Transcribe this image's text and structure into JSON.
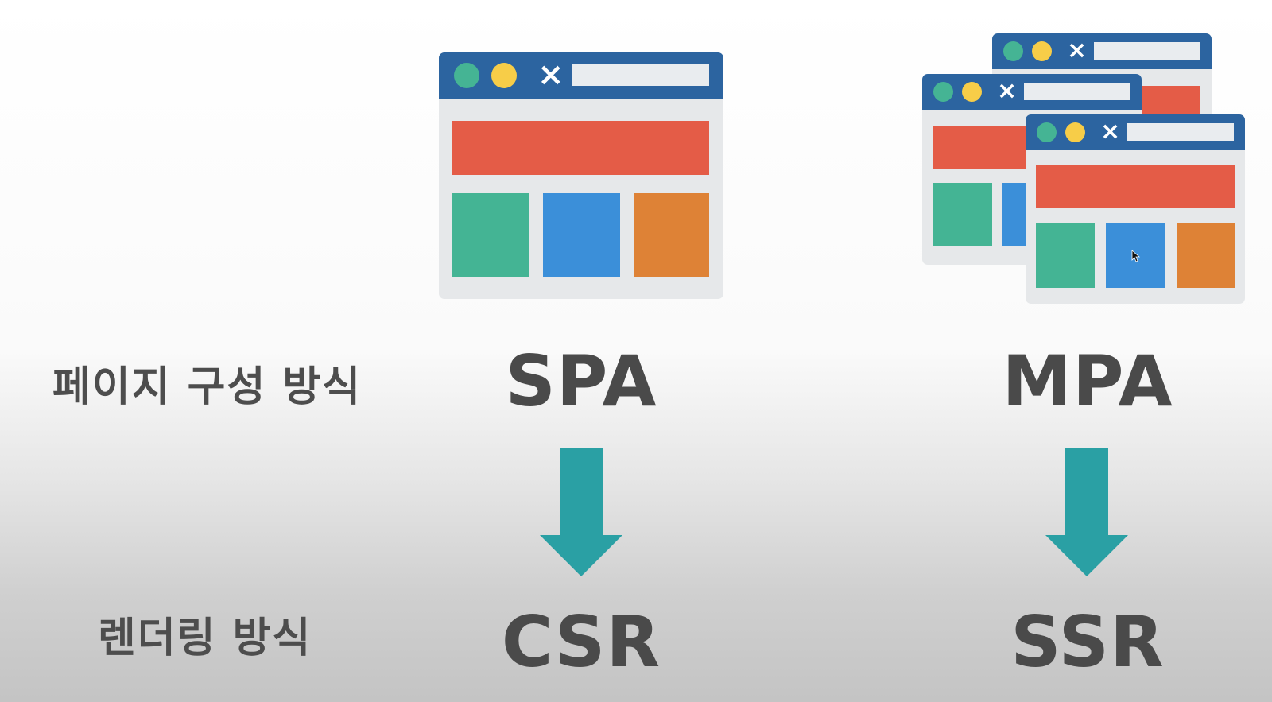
{
  "labels": {
    "page_structure": "페이지 구성 방식",
    "rendering": "렌더링 방식"
  },
  "columns": [
    {
      "page_type": "SPA",
      "render_type": "CSR"
    },
    {
      "page_type": "MPA",
      "render_type": "SSR"
    }
  ],
  "icons": {
    "close": "×",
    "spa": "single-browser-window-icon",
    "mpa": "multiple-browser-windows-icon",
    "arrow": "down-arrow-icon"
  },
  "colors": {
    "titlebar": "#2c64a0",
    "dot_green": "#45b494",
    "dot_yellow": "#f7cd48",
    "header_block": "#e45c47",
    "block_green": "#44b494",
    "block_blue": "#3b8fd9",
    "block_orange": "#de8236",
    "arrow": "#2aa0a4",
    "text": "#4a4a4a"
  }
}
